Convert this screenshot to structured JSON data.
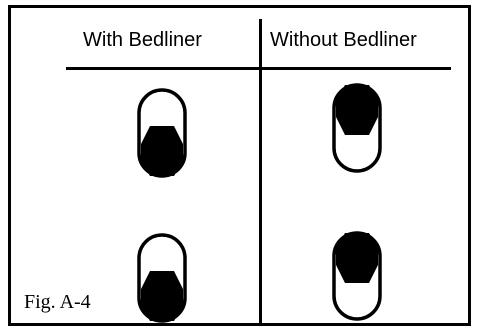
{
  "figure": {
    "label": "Fig. A-4",
    "columns": [
      {
        "header": "With Bedliner",
        "ball_position": "bottom"
      },
      {
        "header": "Without Bedliner",
        "ball_position": "top"
      }
    ],
    "colors": {
      "line": "#000000",
      "ball": "#000000",
      "background": "#ffffff"
    }
  }
}
